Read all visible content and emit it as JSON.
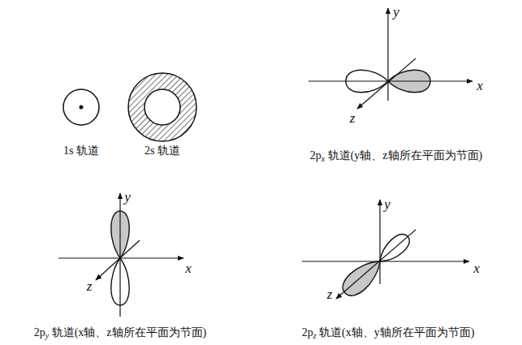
{
  "diagram": {
    "labels": [
      "1s 轨道",
      "2s 轨道",
      "y",
      "x",
      "z",
      "2px 轨道(y轴、z轴所在平面为节面)",
      "y",
      "x",
      "z",
      "2py 轨道(x轴、z轴所在平面为节面)",
      "y",
      "x",
      "z",
      "2pz 轨道(x轴、y轴所在平面为节面)"
    ]
  }
}
